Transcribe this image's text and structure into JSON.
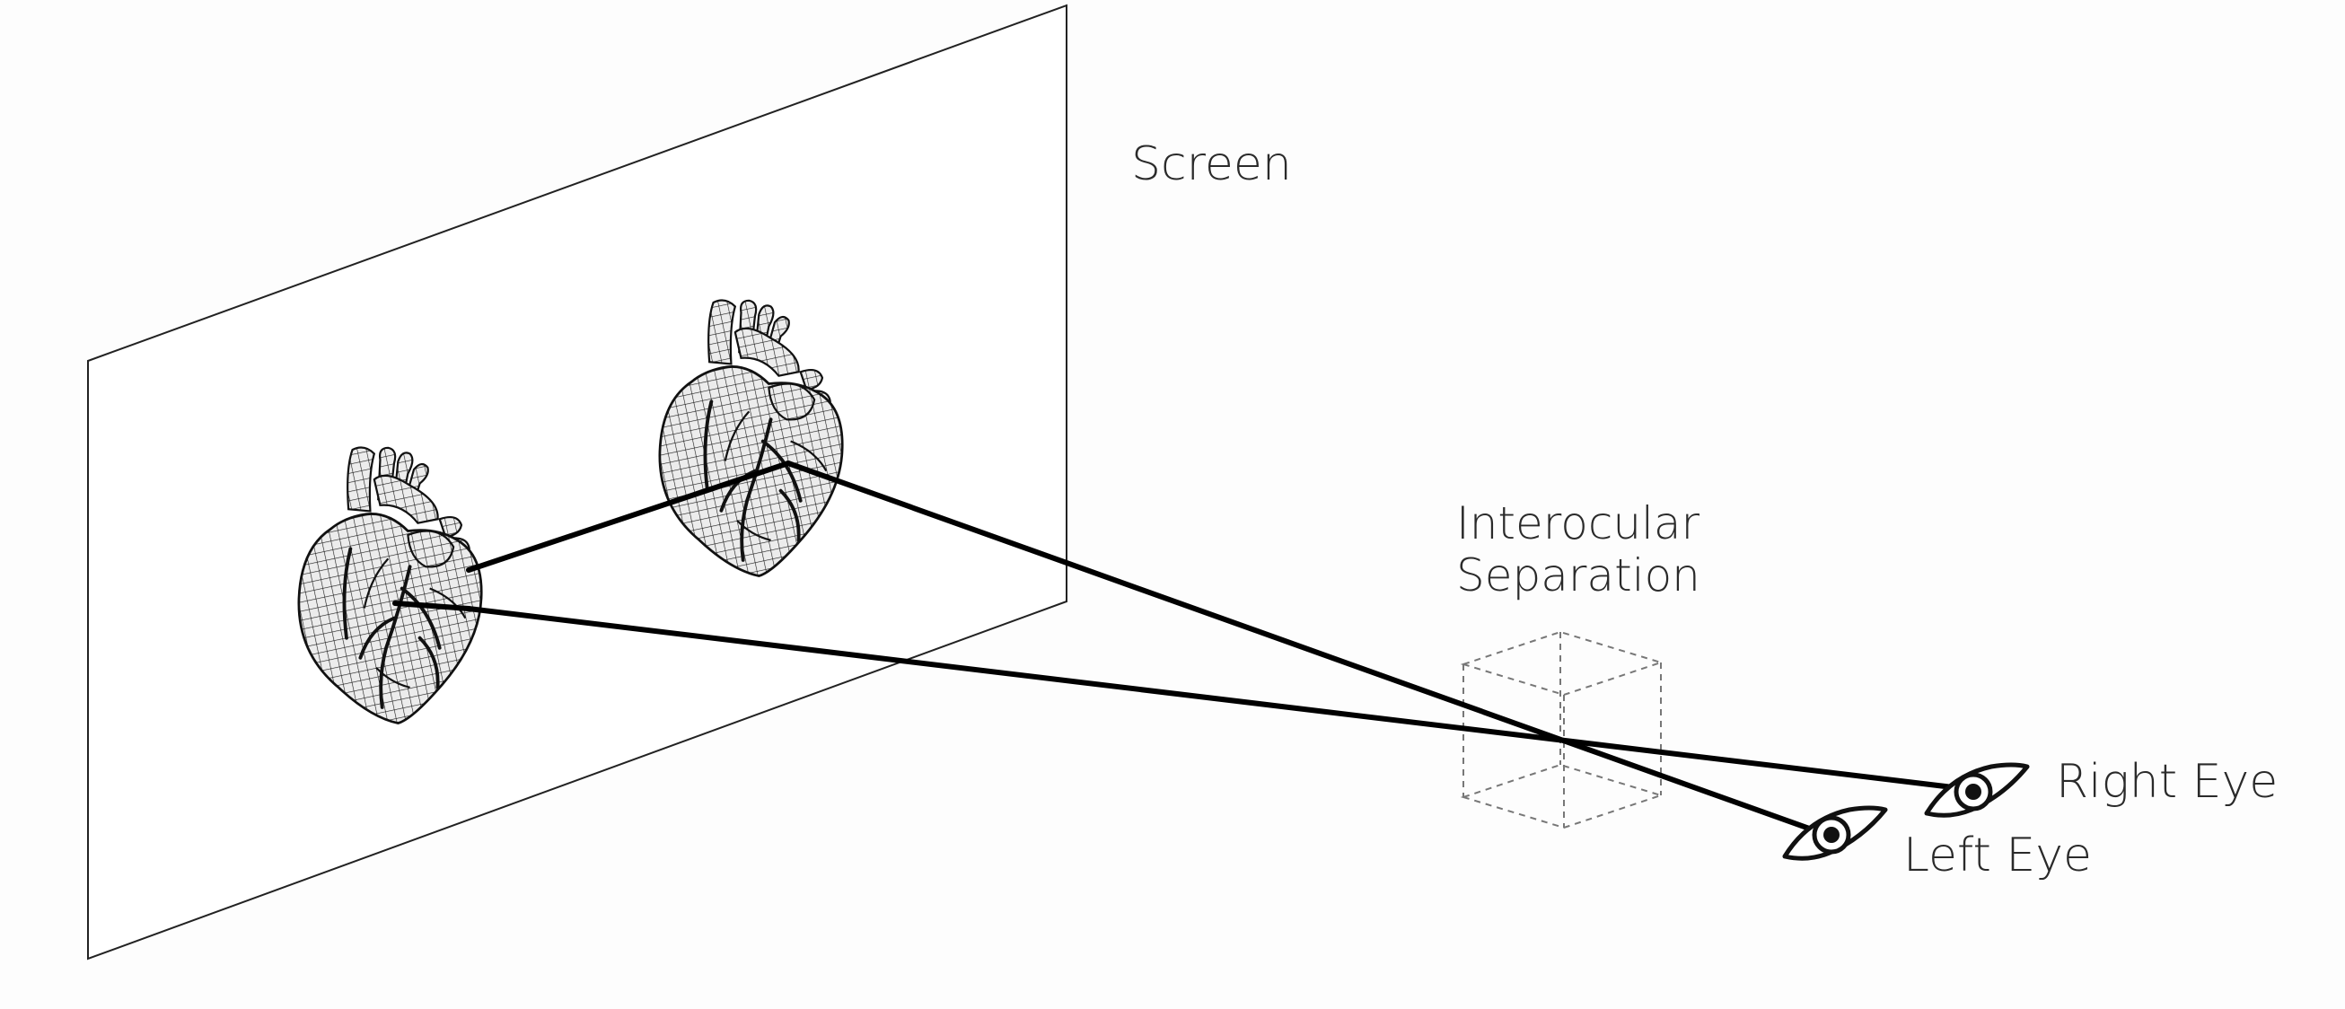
{
  "labels": {
    "screen": "Screen",
    "interocular_line1": "Interocular",
    "interocular_line2": "Separation",
    "right_eye": "Right Eye",
    "left_eye": "Left Eye"
  },
  "colors": {
    "background": "#fdfdfd",
    "line": "#000000",
    "text": "#2a2a2a",
    "heart_fill": "#e6e6e6",
    "heart_mesh": "#1a1a1a"
  },
  "icons": {
    "heart_image": "anatomical-heart-icon",
    "eye": "eye-icon"
  }
}
